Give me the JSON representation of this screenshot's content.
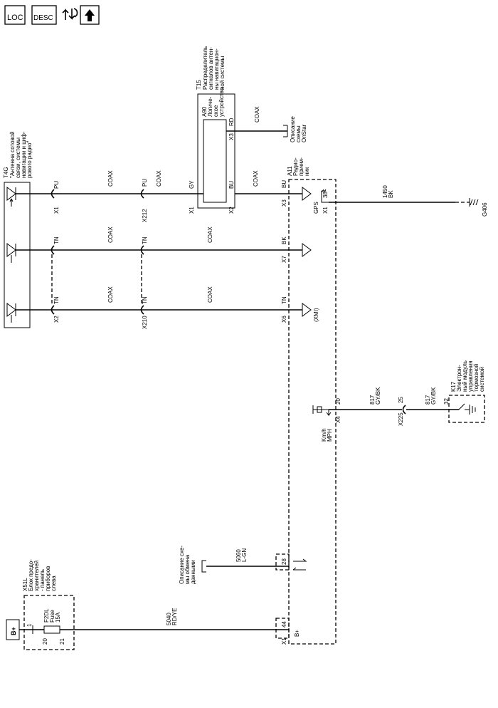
{
  "toolbar": {
    "loc_label": "LOC",
    "desc_label": "DESC",
    "icons": [
      "loc-icon",
      "desc-icon",
      "service-icon",
      "up-arrow-icon"
    ]
  },
  "t4g": {
    "ref": "T4G",
    "desc": [
      "\"Антенна сотовой",
      "связи, системы",
      "навигации и циф-",
      "рового радио\""
    ]
  },
  "t15": {
    "ref": "T15",
    "desc": [
      "Распределитель",
      "сигналов антен-",
      "ны навигацион-",
      "ной системы"
    ],
    "a90": [
      "A90",
      "Логиче-",
      "ское",
      "устройство"
    ],
    "pins": {
      "x1": "X1",
      "x2": "X2",
      "x3": "X3"
    },
    "colors": {
      "gy": "GY",
      "bu": "BU",
      "rd": "RD"
    }
  },
  "onstar": {
    "coax": "COAX",
    "desc": [
      "Описание",
      "схемы",
      "OnStar"
    ]
  },
  "a11": {
    "ref": "A11",
    "desc": [
      "Радио-",
      "прием-",
      "ник"
    ],
    "gps": "GPS",
    "xmi": "(XMI)",
    "pin38": "38",
    "x1": "X1",
    "x3": "X3",
    "x7": "X7",
    "x6": "X6",
    "x4": "X4",
    "pin20": "20",
    "pin28": "28",
    "pin44": "44",
    "bplus": "B+"
  },
  "wires": {
    "row1": {
      "c1": "PU",
      "conn1": "X1",
      "coax1": "COAX",
      "c2": "PU",
      "conn2": "X212",
      "coax2": "COAX",
      "coax3": "COAX",
      "c3": "BU"
    },
    "row2": {
      "c1": "TN",
      "coax1": "COAX",
      "c2": "TN",
      "coax2": "COAX",
      "c3": "BK"
    },
    "row3": {
      "c1": "TN",
      "conn1": "X2",
      "coax1": "COAX",
      "c2": "TN",
      "conn2": "X210",
      "coax2": "COAX",
      "c3": "TN"
    }
  },
  "ground": {
    "circuit": "1450",
    "color": "BK",
    "ref": "G406"
  },
  "speed": {
    "label": [
      "Km/h",
      "MPH"
    ],
    "circuit1": "817",
    "color1": "GY/BK",
    "conn_pin": "25",
    "conn": "X225",
    "circuit2": "817",
    "color2": "GY/BK",
    "pin32": "32"
  },
  "k17": {
    "ref": "K17",
    "desc": [
      "Электрон-",
      "ный модуль",
      "управления",
      "тормозной",
      "системой"
    ]
  },
  "data_link": {
    "circuit": "5060",
    "color": "L-GN",
    "desc": [
      "Описание схе-",
      "мы обмена",
      "данными"
    ]
  },
  "power": {
    "circuit": "5040",
    "color": "RD/YE",
    "bplus": "B+"
  },
  "x51l": {
    "ref": "X51L",
    "desc": [
      "Блок предо-",
      "хранителей",
      "- панель",
      "приборов",
      "слева"
    ],
    "fuse": [
      "F2DL",
      "Fuse",
      "15A"
    ],
    "pin20": "20",
    "pin21": "21",
    "pin1": "1"
  },
  "colors": {
    "line": "#000000",
    "bg": "#ffffff"
  }
}
